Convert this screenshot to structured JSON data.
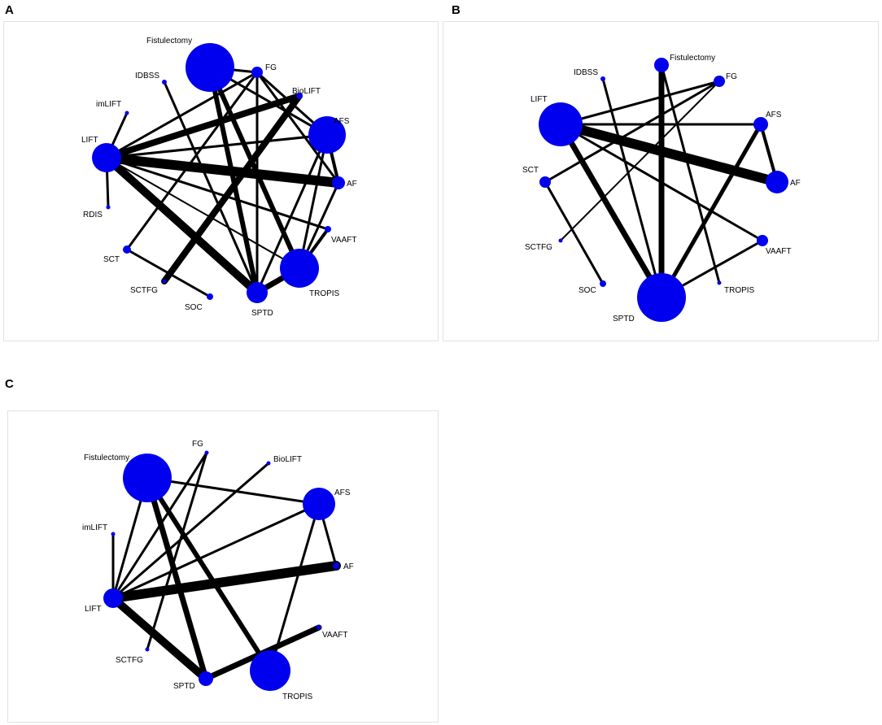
{
  "panels": [
    {
      "letter": "A",
      "nodes": [
        {
          "id": "Fistulectomy",
          "label": "Fistulectomy",
          "size": 30
        },
        {
          "id": "FG",
          "label": "FG",
          "size": 7
        },
        {
          "id": "BioLIFT",
          "label": "BioLIFT",
          "size": 4
        },
        {
          "id": "IDBSS",
          "label": "IDBSS",
          "size": 3
        },
        {
          "id": "imLIFT",
          "label": "imLIFT",
          "size": 2
        },
        {
          "id": "AFS",
          "label": "AFS",
          "size": 23
        },
        {
          "id": "LIFT",
          "label": "LIFT",
          "size": 18
        },
        {
          "id": "AF",
          "label": "AF",
          "size": 8
        },
        {
          "id": "RDIS",
          "label": "RDIS",
          "size": 2
        },
        {
          "id": "VAAFT",
          "label": "VAAFT",
          "size": 4
        },
        {
          "id": "SCT",
          "label": "SCT",
          "size": 5
        },
        {
          "id": "TROPIS",
          "label": "TROPIS",
          "size": 24
        },
        {
          "id": "SCTFG",
          "label": "SCTFG",
          "size": 2
        },
        {
          "id": "SOC",
          "label": "SOC",
          "size": 4
        },
        {
          "id": "SPTD",
          "label": "SPTD",
          "size": 13
        }
      ],
      "edges": [
        {
          "s": "LIFT",
          "t": "imLIFT",
          "w": 3
        },
        {
          "s": "LIFT",
          "t": "RDIS",
          "w": 3
        },
        {
          "s": "LIFT",
          "t": "FG",
          "w": 3
        },
        {
          "s": "LIFT",
          "t": "BioLIFT",
          "w": 8
        },
        {
          "s": "LIFT",
          "t": "AFS",
          "w": 3
        },
        {
          "s": "LIFT",
          "t": "AF",
          "w": 12
        },
        {
          "s": "LIFT",
          "t": "VAAFT",
          "w": 3
        },
        {
          "s": "LIFT",
          "t": "SPTD",
          "w": 10
        },
        {
          "s": "LIFT",
          "t": "TROPIS",
          "w": 2
        },
        {
          "s": "Fistulectomy",
          "t": "FG",
          "w": 3
        },
        {
          "s": "Fistulectomy",
          "t": "AFS",
          "w": 3
        },
        {
          "s": "Fistulectomy",
          "t": "SPTD",
          "w": 6
        },
        {
          "s": "Fistulectomy",
          "t": "TROPIS",
          "w": 6
        },
        {
          "s": "FG",
          "t": "AFS",
          "w": 3
        },
        {
          "s": "FG",
          "t": "AF",
          "w": 3
        },
        {
          "s": "FG",
          "t": "SCT",
          "w": 3
        },
        {
          "s": "FG",
          "t": "SPTD",
          "w": 3
        },
        {
          "s": "BioLIFT",
          "t": "SCTFG",
          "w": 8
        },
        {
          "s": "IDBSS",
          "t": "SPTD",
          "w": 3
        },
        {
          "s": "AFS",
          "t": "AF",
          "w": 4
        },
        {
          "s": "AFS",
          "t": "SPTD",
          "w": 3
        },
        {
          "s": "AFS",
          "t": "TROPIS",
          "w": 3
        },
        {
          "s": "AF",
          "t": "TROPIS",
          "w": 3
        },
        {
          "s": "SCT",
          "t": "SOC",
          "w": 3
        },
        {
          "s": "TROPIS",
          "t": "VAAFT",
          "w": 4
        },
        {
          "s": "SPTD",
          "t": "TROPIS",
          "w": 7
        }
      ]
    },
    {
      "letter": "B",
      "nodes": [
        {
          "id": "Fistulectomy",
          "label": "Fistulectomy",
          "size": 9
        },
        {
          "id": "IDBSS",
          "label": "IDBSS",
          "size": 3
        },
        {
          "id": "FG",
          "label": "FG",
          "size": 7
        },
        {
          "id": "LIFT",
          "label": "LIFT",
          "size": 27
        },
        {
          "id": "AFS",
          "label": "AFS",
          "size": 9
        },
        {
          "id": "SCT",
          "label": "SCT",
          "size": 7
        },
        {
          "id": "AF",
          "label": "AF",
          "size": 14
        },
        {
          "id": "SCTFG",
          "label": "SCTFG",
          "size": 2
        },
        {
          "id": "VAAFT",
          "label": "VAAFT",
          "size": 7
        },
        {
          "id": "SOC",
          "label": "SOC",
          "size": 4
        },
        {
          "id": "TROPIS",
          "label": "TROPIS",
          "size": 2
        },
        {
          "id": "SPTD",
          "label": "SPTD",
          "size": 30
        }
      ],
      "edges": [
        {
          "s": "LIFT",
          "t": "FG",
          "w": 3
        },
        {
          "s": "LIFT",
          "t": "AFS",
          "w": 3
        },
        {
          "s": "LIFT",
          "t": "AF",
          "w": 12
        },
        {
          "s": "LIFT",
          "t": "SPTD",
          "w": 7
        },
        {
          "s": "LIFT",
          "t": "VAAFT",
          "w": 3
        },
        {
          "s": "Fistulectomy",
          "t": "SPTD",
          "w": 7
        },
        {
          "s": "Fistulectomy",
          "t": "TROPIS",
          "w": 3
        },
        {
          "s": "IDBSS",
          "t": "SPTD",
          "w": 3
        },
        {
          "s": "FG",
          "t": "SCT",
          "w": 3
        },
        {
          "s": "FG",
          "t": "SCTFG",
          "w": 2
        },
        {
          "s": "AFS",
          "t": "AF",
          "w": 4
        },
        {
          "s": "AFS",
          "t": "SPTD",
          "w": 5
        },
        {
          "s": "SCT",
          "t": "SOC",
          "w": 3
        },
        {
          "s": "VAAFT",
          "t": "SPTD",
          "w": 3
        }
      ]
    },
    {
      "letter": "C",
      "nodes": [
        {
          "id": "FG",
          "label": "FG",
          "size": 2
        },
        {
          "id": "BioLIFT",
          "label": "BioLIFT",
          "size": 2
        },
        {
          "id": "Fistulectomy",
          "label": "Fistulectomy",
          "size": 30
        },
        {
          "id": "AFS",
          "label": "AFS",
          "size": 20
        },
        {
          "id": "imLIFT",
          "label": "imLIFT",
          "size": 2
        },
        {
          "id": "AF",
          "label": "AF",
          "size": 4
        },
        {
          "id": "LIFT",
          "label": "LIFT",
          "size": 12
        },
        {
          "id": "VAAFT",
          "label": "VAAFT",
          "size": 3
        },
        {
          "id": "SCTFG",
          "label": "SCTFG",
          "size": 2
        },
        {
          "id": "SPTD",
          "label": "SPTD",
          "size": 9
        },
        {
          "id": "TROPIS",
          "label": "TROPIS",
          "size": 25
        }
      ],
      "edges": [
        {
          "s": "LIFT",
          "t": "imLIFT",
          "w": 3
        },
        {
          "s": "LIFT",
          "t": "FG",
          "w": 3
        },
        {
          "s": "LIFT",
          "t": "BioLIFT",
          "w": 3
        },
        {
          "s": "LIFT",
          "t": "AFS",
          "w": 3
        },
        {
          "s": "LIFT",
          "t": "AF",
          "w": 12
        },
        {
          "s": "LIFT",
          "t": "SPTD",
          "w": 10
        },
        {
          "s": "LIFT",
          "t": "Fistulectomy",
          "w": 3
        },
        {
          "s": "Fistulectomy",
          "t": "AFS",
          "w": 3
        },
        {
          "s": "Fistulectomy",
          "t": "SPTD",
          "w": 7
        },
        {
          "s": "Fistulectomy",
          "t": "TROPIS",
          "w": 6
        },
        {
          "s": "FG",
          "t": "SCTFG",
          "w": 3
        },
        {
          "s": "AFS",
          "t": "AF",
          "w": 3
        },
        {
          "s": "AFS",
          "t": "TROPIS",
          "w": 3
        },
        {
          "s": "SPTD",
          "t": "VAAFT",
          "w": 7
        }
      ]
    }
  ]
}
